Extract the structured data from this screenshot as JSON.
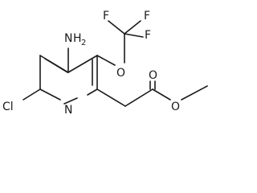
{
  "diagram": {
    "type": "chemical-structure",
    "atoms": {
      "amine_n": "N",
      "amine_h": "H",
      "amine_h_count": "2",
      "ether_o": "O",
      "fluorine_top_left": "F",
      "fluorine_top_right": "F",
      "fluorine_right": "F",
      "ring_n": "N",
      "chlorine": "Cl",
      "carbonyl_o": "O",
      "ester_o": "O"
    }
  }
}
